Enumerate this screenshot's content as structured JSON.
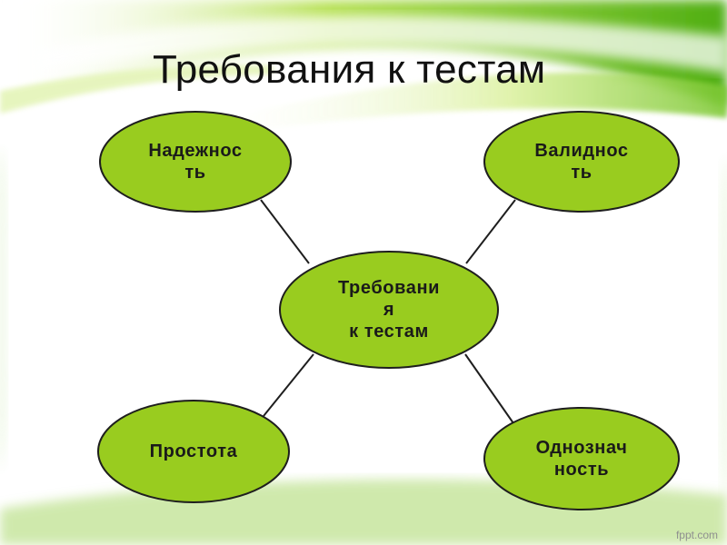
{
  "slide": {
    "title": "Требования к тестам",
    "watermark": "fppt.com"
  },
  "diagram": {
    "center": {
      "label": "Требовани\nя\nк тестам"
    },
    "nodes": [
      {
        "id": "reliability",
        "label": "Надежнос\nть"
      },
      {
        "id": "validity",
        "label": "Валиднос\nть"
      },
      {
        "id": "simplicity",
        "label": "Простота"
      },
      {
        "id": "unambiguity",
        "label": "Однознач\nность"
      }
    ]
  },
  "colors": {
    "node_fill": "#99cc1f",
    "node_stroke": "#1e1e1e",
    "connector": "#1e1e1e",
    "accent_green": "#5fbf1a"
  }
}
